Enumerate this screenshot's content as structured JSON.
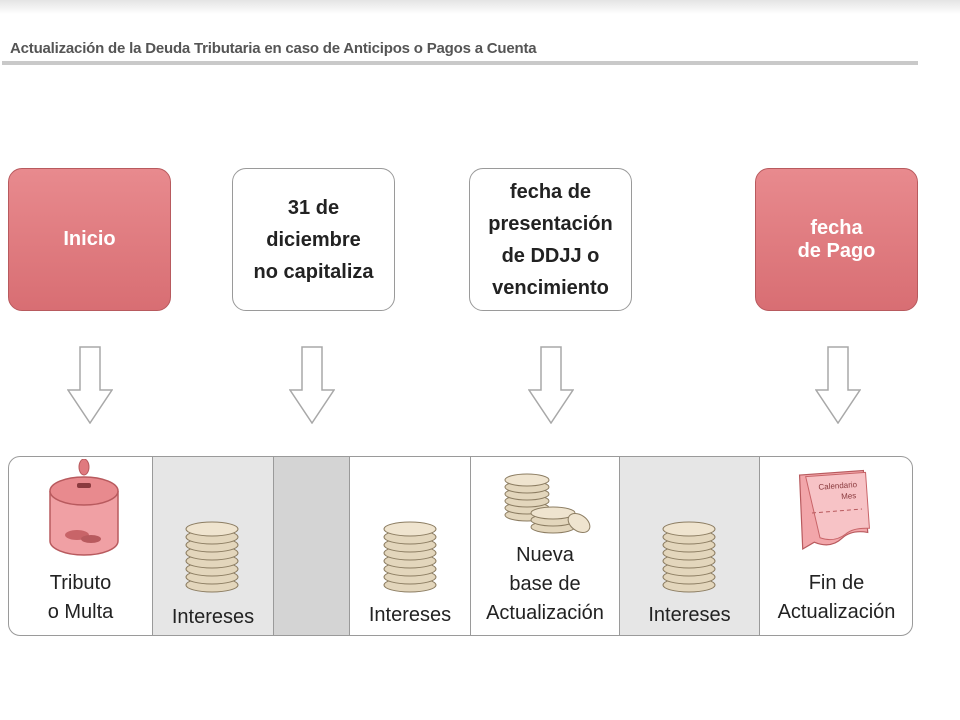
{
  "title": "Actualización de la Deuda Tributaria en caso de Anticipos o Pagos a Cuenta",
  "boxes": [
    {
      "label": "Inicio"
    },
    {
      "label": "31 de\ndiciembre\nno capitaliza"
    },
    {
      "label": "fecha de\npresentación\nde DDJJ o\nvencimiento"
    },
    {
      "label": "fecha\nde Pago"
    }
  ],
  "timeline": {
    "tributo": "Tributo\no Multa",
    "intereses_1": "Intereses",
    "intereses_2": "Intereses",
    "nueva_base": "Nueva\nbase de\nActualización",
    "intereses_3": "Intereses",
    "fin": "Fin de\nActualización",
    "calendar_title": "Calendario",
    "calendar_month": "Mes"
  },
  "colors": {
    "accent_red": "#d86e73",
    "grey_segment": "#e6e6e6",
    "coin": "#d9c9a8"
  }
}
